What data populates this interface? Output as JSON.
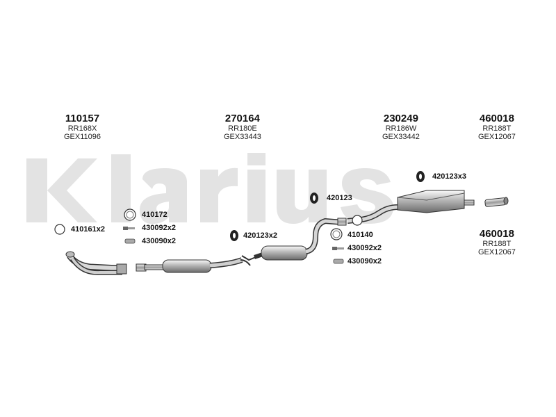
{
  "watermark": "Klarius",
  "groups": [
    {
      "part": "110157",
      "code": "RR168X",
      "gex": "GEX11096"
    },
    {
      "part": "270164",
      "code": "RR180E",
      "gex": "GEX33443"
    },
    {
      "part": "230249",
      "code": "RR186W",
      "gex": "GEX33442"
    },
    {
      "part": "460018",
      "code": "RR188T",
      "gex": "GEX12067"
    },
    {
      "part": "460018",
      "code": "RR188T",
      "gex": "GEX12067"
    }
  ],
  "parts": [
    "410161x2",
    "410172",
    "430092x2",
    "430090x2",
    "420123x2",
    "420123",
    "410140",
    "430092x2",
    "430090x2",
    "420123x3"
  ]
}
